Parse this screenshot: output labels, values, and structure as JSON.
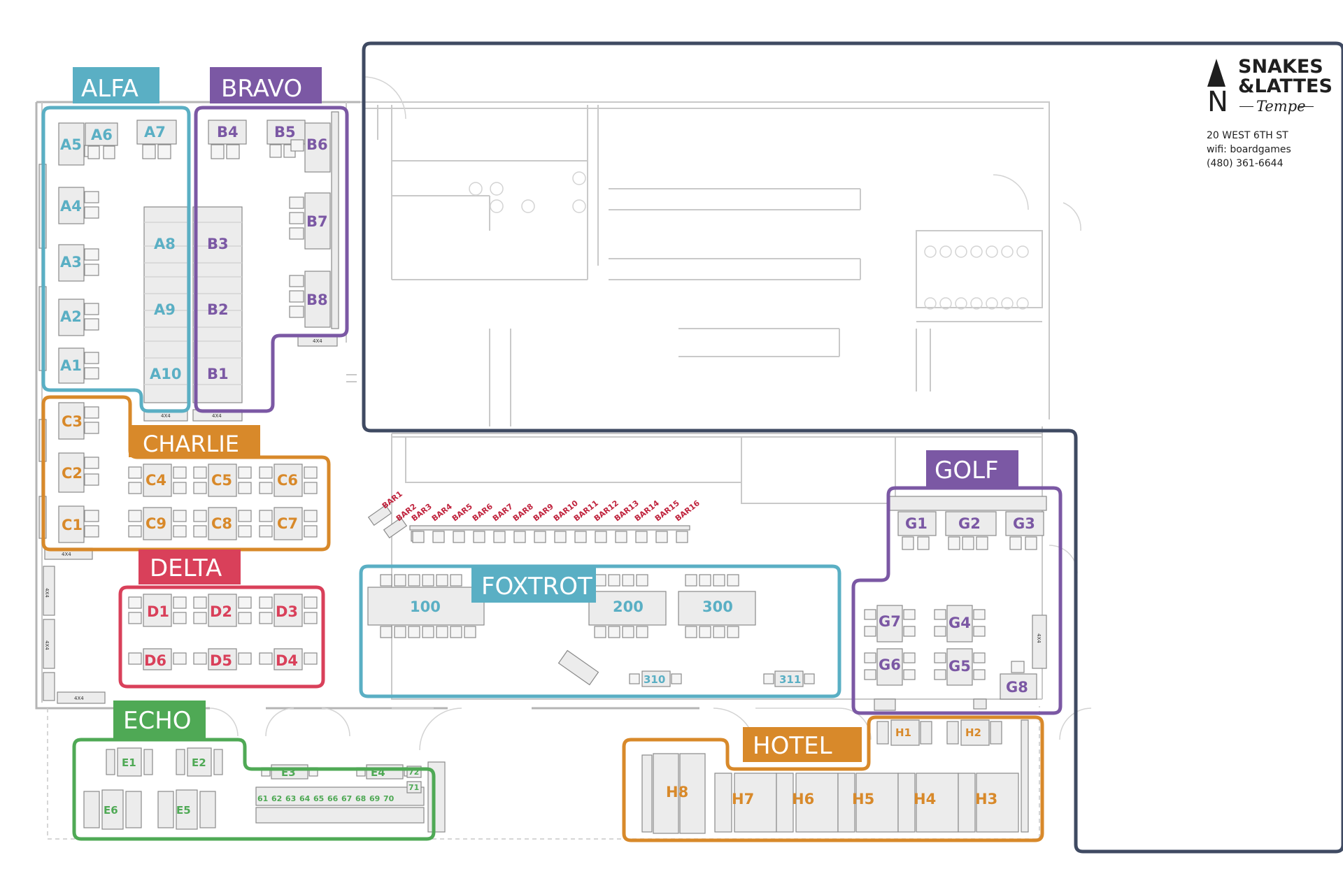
{
  "colors": {
    "alfa": "#5aafc4",
    "bravo": "#7b58a4",
    "charlie": "#d8892a",
    "delta": "#d9405a",
    "echo": "#4fa955",
    "foxtrot": "#5aafc4",
    "golf": "#7b58a4",
    "hotel": "#d8892a",
    "outline": "#3f4a62",
    "bar": "#c0243e",
    "furniture": "#ececec",
    "furniture_stroke": "#8a8a8a",
    "wall": "#c4c4c4"
  },
  "brand": {
    "north_letter": "N",
    "name_line1": "SNAKES",
    "name_line2": "&LATTES",
    "city": "Tempe"
  },
  "info": {
    "address": "20 WEST 6TH ST",
    "wifi": "wifi: boardgames",
    "phone": "(480) 361-6644"
  },
  "zones": {
    "alfa": "ALFA",
    "bravo": "BRAVO",
    "charlie": "CHARLIE",
    "delta": "DELTA",
    "echo": "ECHO",
    "foxtrot": "FOXTROT",
    "golf": "GOLF",
    "hotel": "HOTEL"
  },
  "tables": {
    "alfa": [
      "A1",
      "A2",
      "A3",
      "A4",
      "A5",
      "A6",
      "A7",
      "A8",
      "A9",
      "A10"
    ],
    "bravo": [
      "B1",
      "B2",
      "B3",
      "B4",
      "B5",
      "B6",
      "B7",
      "B8"
    ],
    "charlie": [
      "C1",
      "C2",
      "C3",
      "C4",
      "C5",
      "C6",
      "C7",
      "C8",
      "C9"
    ],
    "delta": [
      "D1",
      "D2",
      "D3",
      "D4",
      "D5",
      "D6"
    ],
    "echo": [
      "E1",
      "E2",
      "E3",
      "E4",
      "E5",
      "E6"
    ],
    "echo_bar": [
      "61",
      "62",
      "63",
      "64",
      "65",
      "66",
      "67",
      "68",
      "69",
      "70",
      "71",
      "72"
    ],
    "foxtrot": [
      "100",
      "200",
      "300",
      "310",
      "311"
    ],
    "golf": [
      "G1",
      "G2",
      "G3",
      "G4",
      "G5",
      "G6",
      "G7",
      "G8"
    ],
    "hotel": [
      "H1",
      "H2",
      "H3",
      "H4",
      "H5",
      "H6",
      "H7",
      "H8"
    ],
    "bar": [
      "BAR1",
      "BAR2",
      "BAR3",
      "BAR4",
      "BAR5",
      "BAR6",
      "BAR7",
      "BAR8",
      "BAR9",
      "BAR10",
      "BAR11",
      "BAR12",
      "BAR13",
      "BAR14",
      "BAR15",
      "BAR16"
    ],
    "storage_label": "4X4"
  }
}
